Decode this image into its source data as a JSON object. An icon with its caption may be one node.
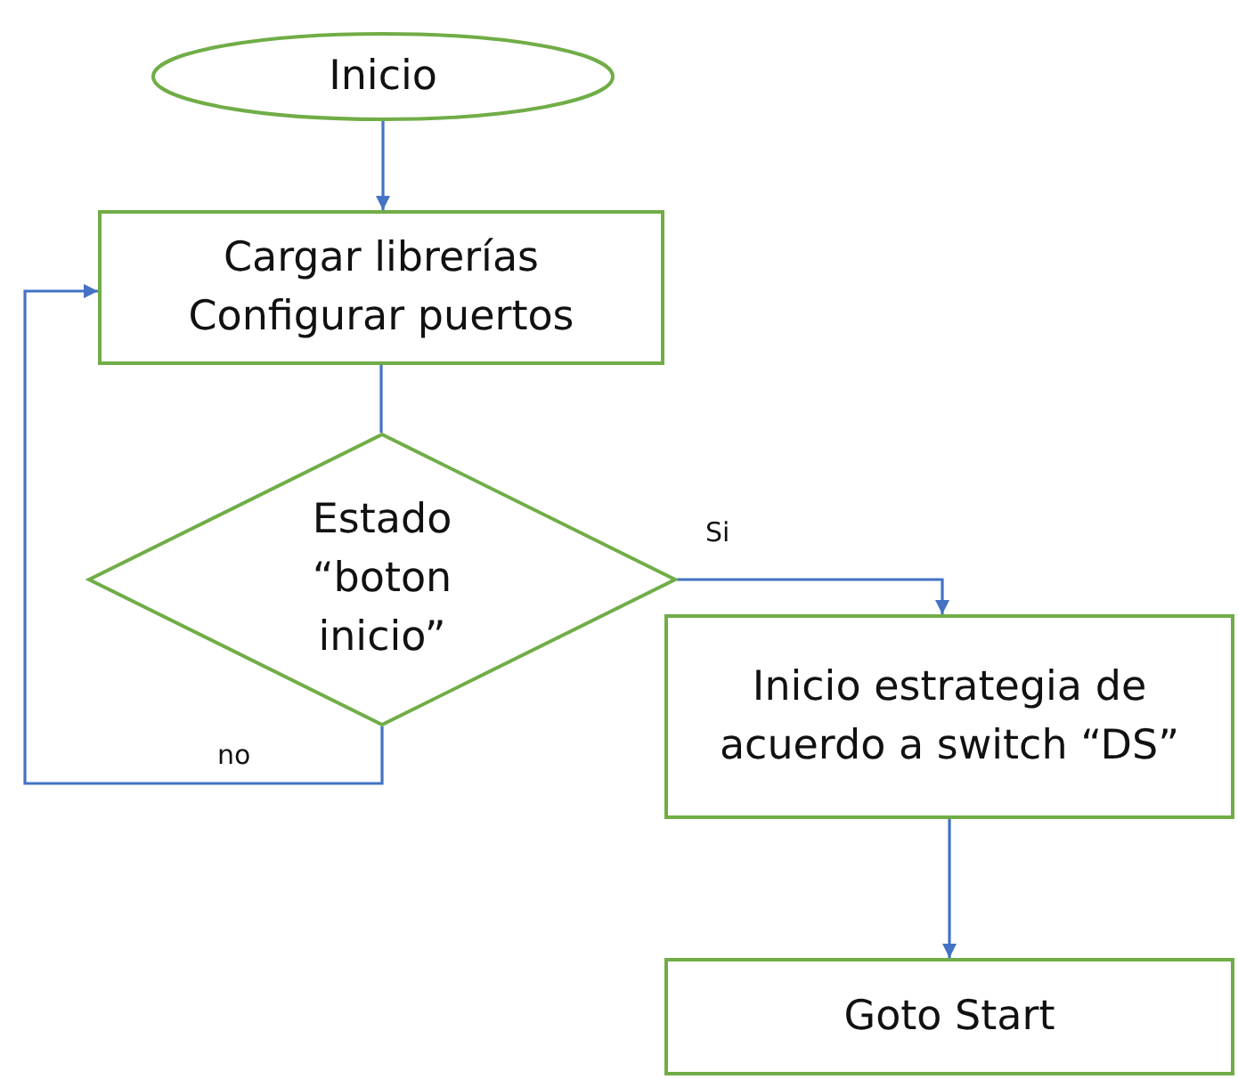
{
  "diagram": {
    "nodes": [
      {
        "text": [
          "Inicio"
        ]
      },
      {
        "text": [
          "Cargar librerías Configurar puertos"
        ]
      },
      {
        "text": [
          "Estado “boton inicio”"
        ]
      },
      {
        "text": [
          "Inicio estrategia de acuerdo a switch “DS”"
        ]
      },
      {
        "text": [
          "Goto Start"
        ]
      }
    ],
    "edges": [
      {
        "from": 0,
        "to": 1,
        "arrow": "to"
      },
      {
        "from": 1,
        "to": 2,
        "arrow": "none"
      },
      {
        "from": 2,
        "to": 3,
        "arrow": "to",
        "label": "Si"
      },
      {
        "from": 2,
        "to": 1,
        "arrow": "to",
        "label": "no"
      },
      {
        "from": 3,
        "to": 4,
        "arrow": "to"
      }
    ]
  }
}
